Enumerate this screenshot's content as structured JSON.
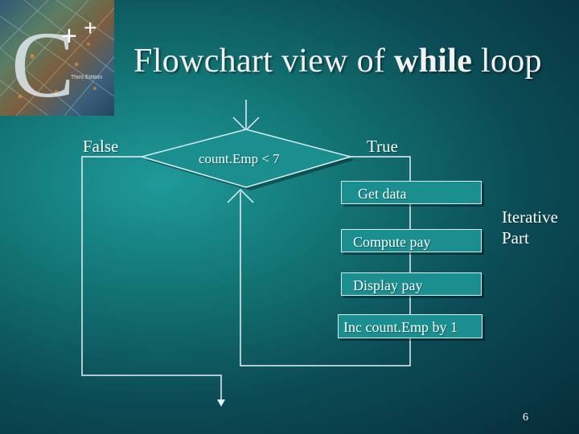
{
  "logo": {
    "letters": "C++",
    "caption": "Third Edition"
  },
  "title": {
    "prefix": "Flowchart view of ",
    "keyword": "while",
    "suffix": " loop"
  },
  "condition": {
    "text": "count.Emp < 7"
  },
  "branch_false": "False",
  "branch_true": "True",
  "steps": [
    {
      "label": "Get data"
    },
    {
      "label": "Compute pay"
    },
    {
      "label": "Display pay"
    },
    {
      "label": "Inc count.Emp by 1"
    }
  ],
  "iterative_part": {
    "line1": "Iterative",
    "line2": "Part"
  },
  "page_number": "6"
}
